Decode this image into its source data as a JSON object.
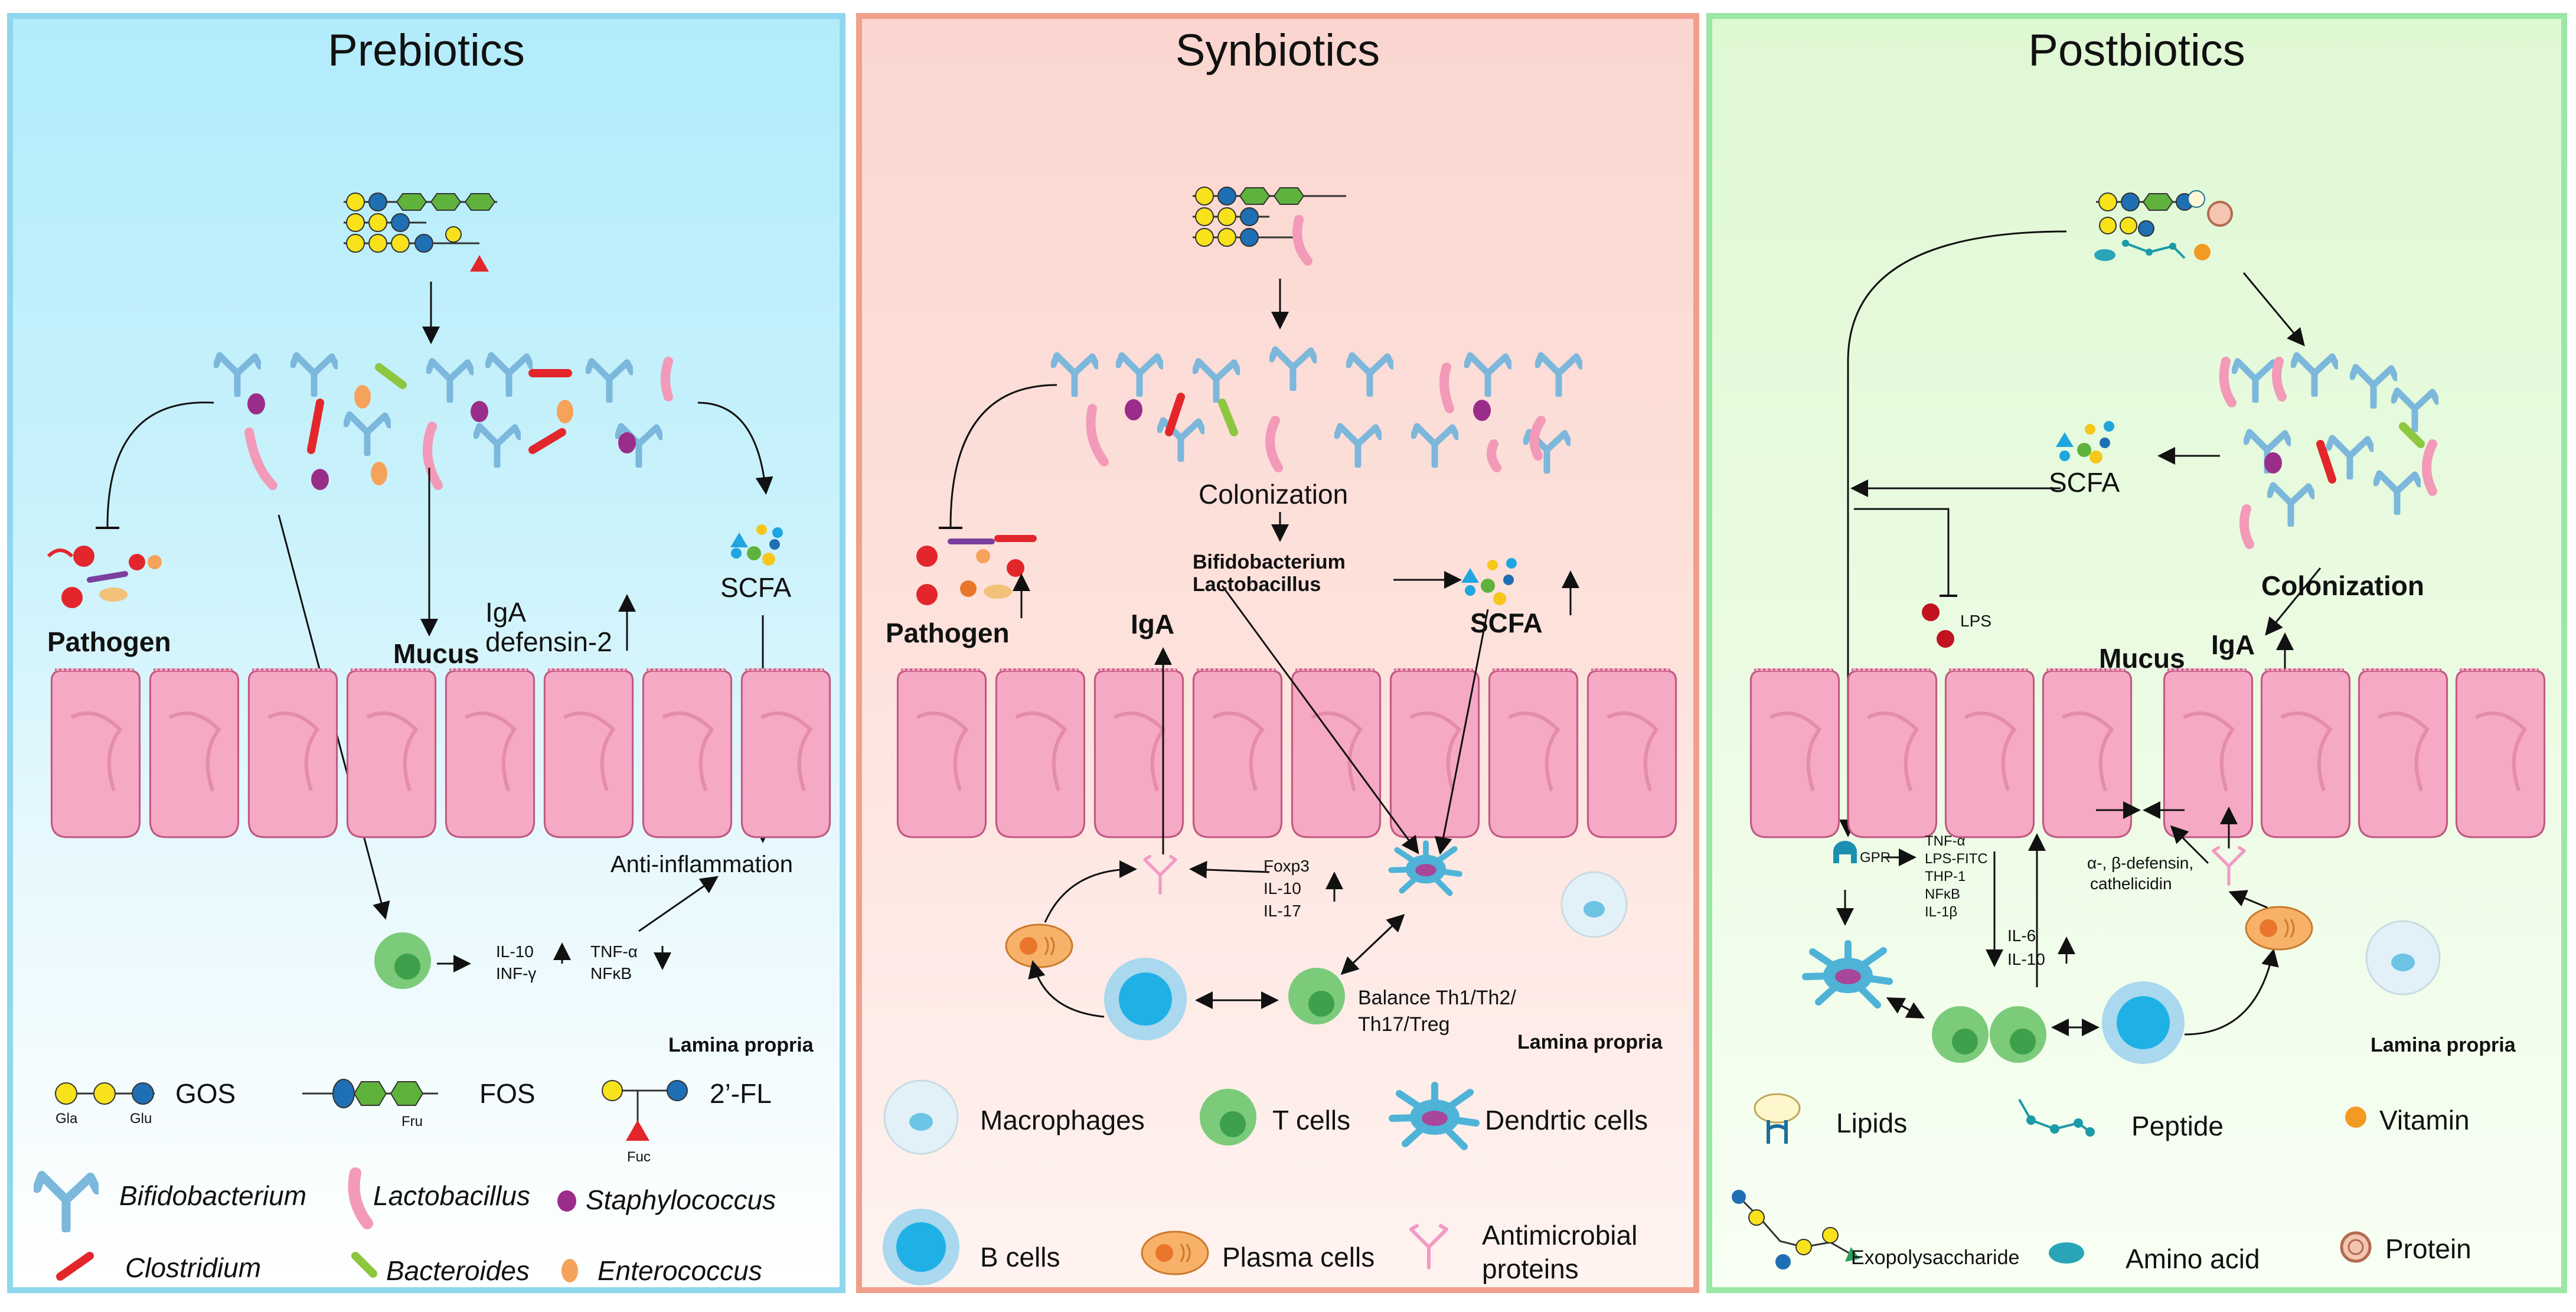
{
  "panels": {
    "prebiotics": {
      "title": "Prebiotics",
      "pathogen": "Pathogen",
      "mucus": "Mucus",
      "iga": "IgA",
      "defensin": "defensin-2",
      "scfa": "SCFA",
      "anti_inflammation": "Anti-inflammation",
      "il10": "IL-10",
      "infg": "INF-γ",
      "tnfa": "TNF-α",
      "nfkb": "NFκB",
      "lamina": "Lamina propria"
    },
    "synbiotics": {
      "title": "Synbiotics",
      "colonization": "Colonization",
      "bifido": "Bifidobacterium",
      "lacto": "Lactobacillus",
      "pathogen": "Pathogen",
      "iga": "IgA",
      "scfa": "SCFA",
      "foxp3": "Foxp3",
      "il10": "IL-10",
      "il17": "IL-17",
      "balance1": "Balance Th1/Th2/",
      "balance2": "Th17/Treg",
      "lamina": "Lamina propria"
    },
    "postbiotics": {
      "title": "Postbiotics",
      "scfa": "SCFA",
      "colonization": "Colonization",
      "lps": "LPS",
      "mucus": "Mucus",
      "iga": "IgA",
      "gpr": "GPR",
      "markers": [
        "TNF-α",
        "LPS-FITC",
        "THP-1",
        "NFκB",
        "IL-1β"
      ],
      "il6": "IL-6",
      "il10": "IL-10",
      "defensin1": "α-, β-defensin,",
      "defensin2": "cathelicidin",
      "lamina": "Lamina propria"
    }
  },
  "legend": {
    "gos": "GOS",
    "fos": "FOS",
    "fl": "2’-FL",
    "gla": "Gla",
    "glu": "Glu",
    "fru": "Fru",
    "fuc": "Fuc",
    "bifidobacterium": "Bifidobacterium",
    "lactobacillus": "Lactobacillus",
    "staphylococcus": "Staphylococcus",
    "clostridium": "Clostridium",
    "bacteroides": "Bacteroides",
    "enterococcus": "Enterococcus",
    "macrophages": "Macrophages",
    "t_cells": "T cells",
    "dendritic_cells": "Dendrtic cells",
    "b_cells": "B cells",
    "plasma_cells": "Plasma cells",
    "antimicrobial1": "Antimicrobial",
    "antimicrobial2": "proteins",
    "lipids": "Lipids",
    "peptide": "Peptide",
    "vitamin": "Vitamin",
    "exopolysaccharide": "Exopolysaccharide",
    "amino_acid": "Amino acid",
    "protein": "Protein"
  },
  "colors": {
    "bifido": "#7cb7dc",
    "lacto": "#f29ab8",
    "staph": "#9b2d8a",
    "clostridium": "#e3262b",
    "bacteroides": "#8dc63f",
    "enterococcus": "#f5a25a",
    "epithelium": "#f6a9c4",
    "tcell": "#7ccb7a",
    "bcell": "#2fb7e8",
    "dendritic": "#4fb3d8"
  }
}
